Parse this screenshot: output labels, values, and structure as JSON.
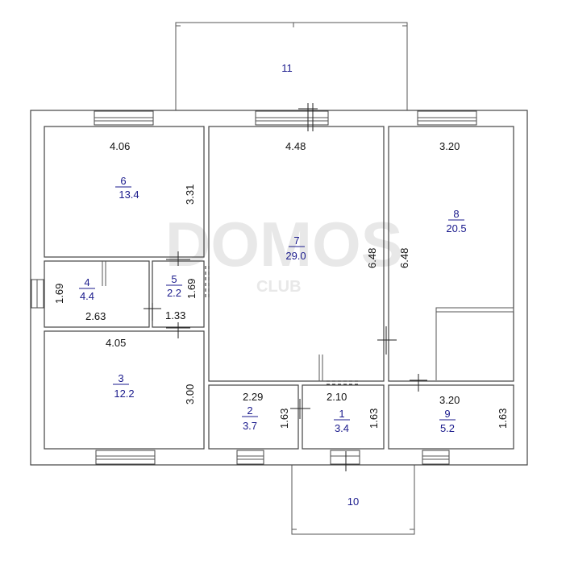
{
  "watermark": {
    "brand": "DOMOS",
    "sub": "CLUB"
  },
  "rooms": [
    {
      "id": "room-1",
      "number": "1",
      "area": "3.4"
    },
    {
      "id": "room-2",
      "number": "2",
      "area": "3.7"
    },
    {
      "id": "room-3",
      "number": "3",
      "area": "12.2"
    },
    {
      "id": "room-4",
      "number": "4",
      "area": "4.4"
    },
    {
      "id": "room-5",
      "number": "5",
      "area": "2.2"
    },
    {
      "id": "room-6",
      "number": "6",
      "area": "13.4"
    },
    {
      "id": "room-7",
      "number": "7",
      "area": "29.0"
    },
    {
      "id": "room-8",
      "number": "8",
      "area": "20.5"
    },
    {
      "id": "room-9",
      "number": "9",
      "area": "5.2"
    }
  ],
  "outdoor": [
    {
      "id": "terrace-11",
      "number": "11"
    },
    {
      "id": "porch-10",
      "number": "10"
    }
  ],
  "dimensions": {
    "room6_w": "4.06",
    "room6_h": "3.31",
    "room7_w": "4.48",
    "room7_h": "6.48",
    "room8_w": "3.20",
    "room8_h": "6.48",
    "room4_h": "1.69",
    "room4_w": "2.63",
    "room5_h": "1.69",
    "room5_w": "1.33",
    "room3_w": "4.05",
    "room3_h": "3.00",
    "room2_w": "2.29",
    "room2_h": "1.63",
    "room1_w": "2.10",
    "room1_h": "1.63",
    "room9_w": "3.20",
    "room9_h": "1.63"
  }
}
